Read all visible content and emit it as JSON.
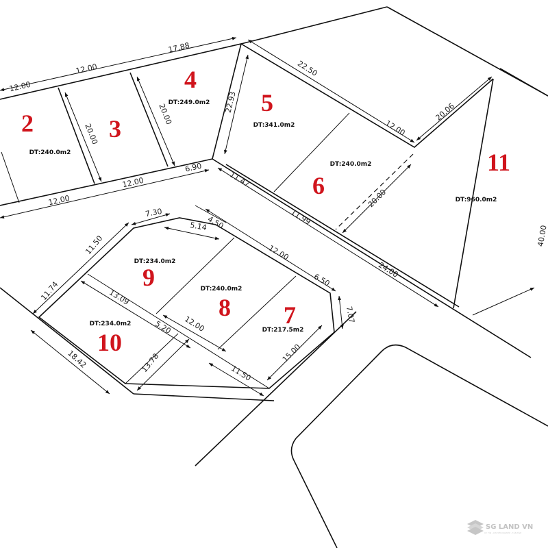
{
  "plots": [
    {
      "number": "2",
      "area": "DT:240.0m2"
    },
    {
      "number": "3",
      "area": ""
    },
    {
      "number": "4",
      "area": "DT:249.0m2"
    },
    {
      "number": "5",
      "area": "DT:341.0m2"
    },
    {
      "number": "6",
      "area": "DT:240.0m2"
    },
    {
      "number": "11",
      "area": "DT:960.0m2"
    },
    {
      "number": "9",
      "area": "DT:234.0m2"
    },
    {
      "number": "8",
      "area": "DT:240.0m2"
    },
    {
      "number": "7",
      "area": "DT:217.5m2"
    },
    {
      "number": "10",
      "area": "DT:234.0m2"
    }
  ],
  "dimensions": [
    "12.00",
    "12.00",
    "17.88",
    "20.00",
    "20.00",
    "22.93",
    "22.50",
    "12.00",
    "20.06",
    "6.90",
    "12.00",
    "12.00",
    "11.47",
    "11.99",
    "20.00",
    "24.00",
    "40.00",
    "7.30",
    "5.14",
    "4.50",
    "12.00",
    "6.50",
    "7.07",
    "11.50",
    "11.74",
    "13.09",
    "5.20",
    "12.00",
    "15.00",
    "11.50",
    "13.78",
    "18.42"
  ],
  "watermark": {
    "name": "SG LAND VN",
    "tagline": "UY TÍN - CHUYÊN NGHIỆP - TẬN TÂM"
  },
  "colors": {
    "plot_number": "#d0141c",
    "lines": "#111111"
  }
}
